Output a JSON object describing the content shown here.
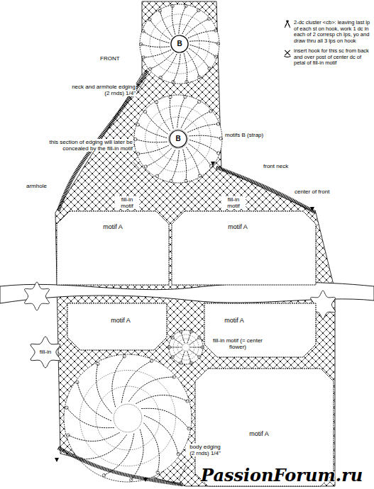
{
  "diagram": {
    "nodes": [
      {
        "text": [
          "B"
        ]
      },
      {
        "text": [
          "B"
        ]
      },
      {
        "text": [
          "motif A"
        ]
      },
      {
        "text": [
          "motif A"
        ]
      },
      {
        "text": [
          "motif A"
        ]
      },
      {
        "text": [
          "motif A"
        ]
      },
      {
        "text": [
          "fill-in"
        ]
      },
      {
        "text": [
          "motif A"
        ]
      }
    ],
    "labels": [
      "FRONT",
      "neck and armhole edging (2 rnds) 1/4\"",
      "motifs B (strap)",
      "this section of edging will later be concealed by the fill-in motif",
      "front neck",
      "armhole",
      "fill-in motif",
      "fill-in motif",
      "center of front",
      "fill-in motif (= center flower)",
      "body edging (2 rnds) 1/4\"",
      "PassionForum.ru"
    ],
    "legend": [
      {
        "text": "2-dc cluster <cb>: leaving last lp of each st on hook, work 1 dc in each of 2 corresp ch lps, yo and draw thru all 3 lps on hook"
      },
      {
        "text": "insert hook for this sc from back and over post of center dc of petal of fill-in motif"
      }
    ]
  }
}
